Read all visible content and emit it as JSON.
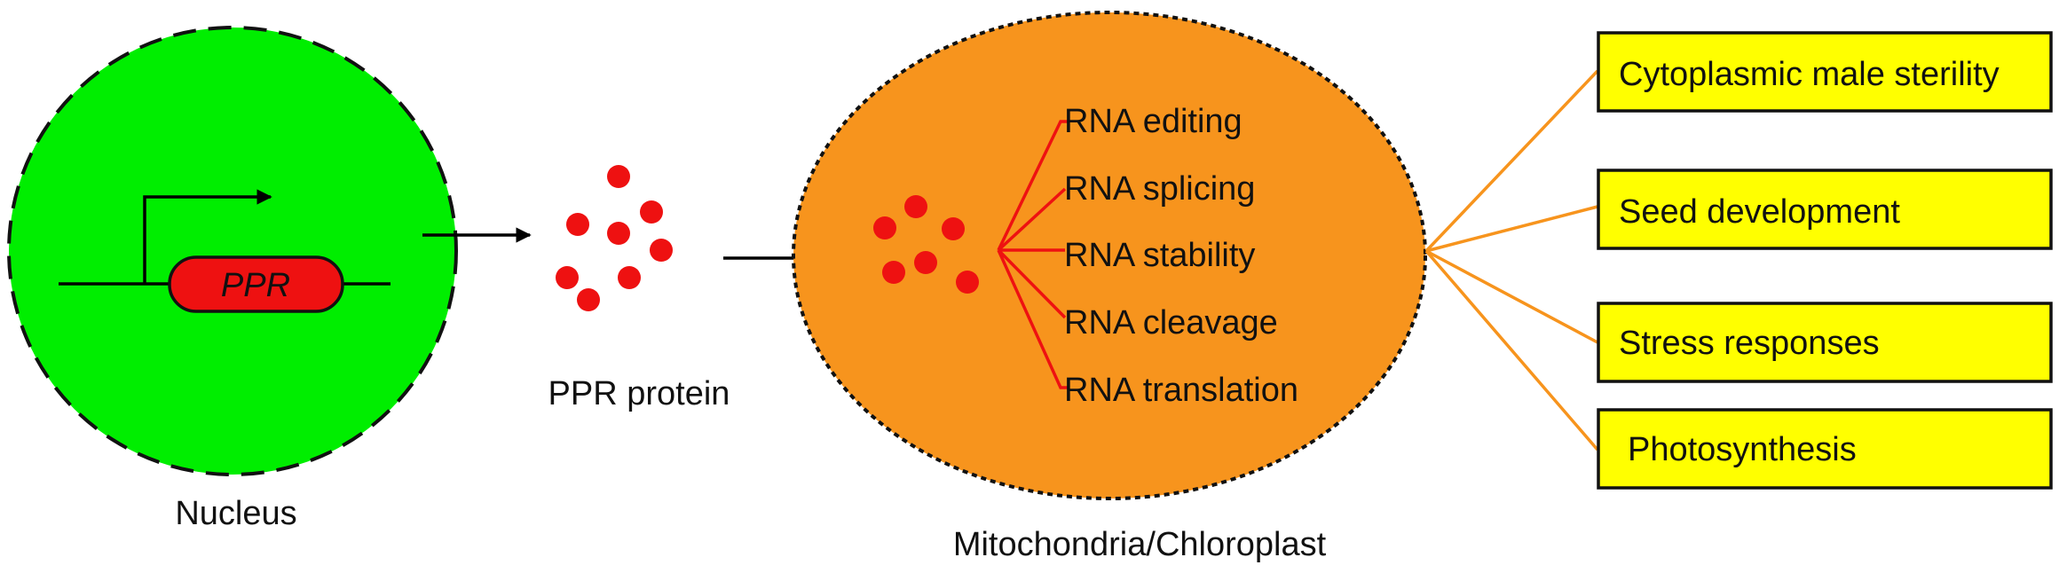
{
  "colors": {
    "nucleus_fill": "#00ee00",
    "organelle_fill": "#f7941d",
    "protein_dot": "#ee1111",
    "gene_fill": "#ee1111",
    "outcome_fill": "#ffff00",
    "function_lines": "#ee1111",
    "outcome_lines": "#f7941d",
    "arrows": "#000000"
  },
  "nucleus": {
    "label": "Nucleus"
  },
  "gene": {
    "label": "PPR",
    "promoter_icon": "bent-arrow-icon"
  },
  "protein": {
    "label": "PPR protein"
  },
  "organelle": {
    "label": "Mitochondria/Chloroplast",
    "functions": [
      "RNA editing",
      "RNA splicing",
      "RNA stability",
      "RNA cleavage",
      "RNA translation"
    ]
  },
  "outcomes": [
    "Cytoplasmic male sterility",
    "Seed development",
    "Stress responses",
    "Photosynthesis"
  ]
}
